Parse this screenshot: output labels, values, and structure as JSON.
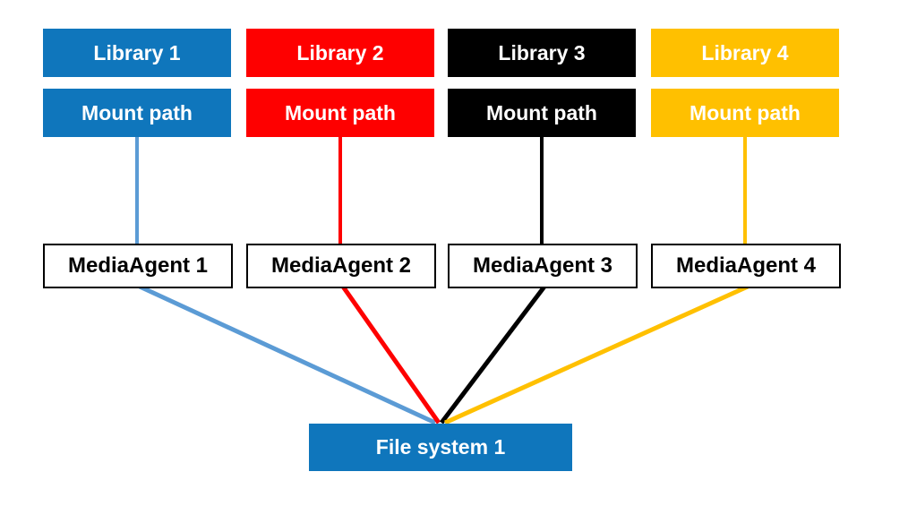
{
  "diagram": {
    "background": "#FFFFFF",
    "columns": [
      {
        "library_label": "Library 1",
        "mount_path_label": "Mount path",
        "media_agent_label": "MediaAgent 1",
        "box_color": "#0F76BC",
        "line_color": "#5B9BD5",
        "label_color": "#FFFFFF"
      },
      {
        "library_label": "Library 2",
        "mount_path_label": "Mount path",
        "media_agent_label": "MediaAgent 2",
        "box_color": "#FE0000",
        "line_color": "#FE0000",
        "label_color": "#FFFFFF"
      },
      {
        "library_label": "Library 3",
        "mount_path_label": "Mount path",
        "media_agent_label": "MediaAgent 3",
        "box_color": "#000000",
        "line_color": "#000000",
        "label_color": "#FFFFFF"
      },
      {
        "library_label": "Library 4",
        "mount_path_label": "Mount path",
        "media_agent_label": "MediaAgent 4",
        "box_color": "#FFC000",
        "line_color": "#FFC000",
        "label_color": "#FFFFFF"
      }
    ],
    "media_agent_box": {
      "fill": "#FFFFFF",
      "border_color": "#000000",
      "text_color": "#000000"
    },
    "file_system": {
      "label": "File system 1",
      "box_color": "#0F76BC",
      "label_color": "#FFFFFF"
    },
    "edges": [
      {
        "from": "mount-path-1",
        "to": "media-agent-1",
        "color": "#5B9BD5"
      },
      {
        "from": "mount-path-2",
        "to": "media-agent-2",
        "color": "#FE0000"
      },
      {
        "from": "mount-path-3",
        "to": "media-agent-3",
        "color": "#000000"
      },
      {
        "from": "mount-path-4",
        "to": "media-agent-4",
        "color": "#FFC000"
      },
      {
        "from": "media-agent-1",
        "to": "file-system-1",
        "color": "#5B9BD5"
      },
      {
        "from": "media-agent-2",
        "to": "file-system-1",
        "color": "#FE0000"
      },
      {
        "from": "media-agent-3",
        "to": "file-system-1",
        "color": "#000000"
      },
      {
        "from": "media-agent-4",
        "to": "file-system-1",
        "color": "#FFC000"
      }
    ]
  }
}
